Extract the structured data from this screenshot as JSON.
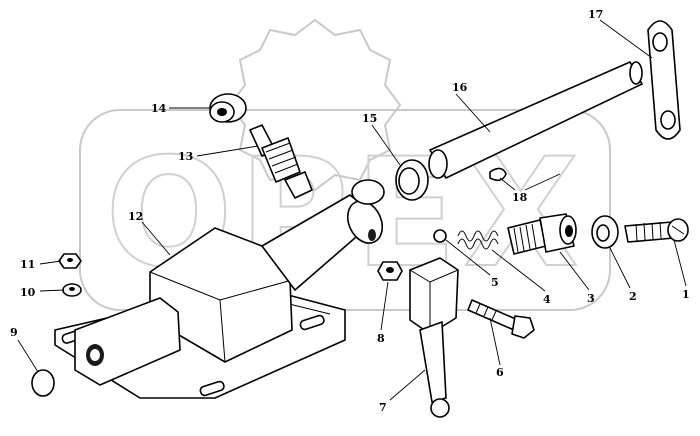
{
  "callouts": [
    {
      "id": "1",
      "text": "1"
    },
    {
      "id": "2",
      "text": "2"
    },
    {
      "id": "3",
      "text": "3"
    },
    {
      "id": "4",
      "text": "4"
    },
    {
      "id": "5",
      "text": "5"
    },
    {
      "id": "6",
      "text": "6"
    },
    {
      "id": "7",
      "text": "7"
    },
    {
      "id": "8",
      "text": "8"
    },
    {
      "id": "9",
      "text": "9"
    },
    {
      "id": "10",
      "text": "10"
    },
    {
      "id": "11",
      "text": "11"
    },
    {
      "id": "12",
      "text": "12"
    },
    {
      "id": "13",
      "text": "13"
    },
    {
      "id": "14",
      "text": "14"
    },
    {
      "id": "15",
      "text": "15"
    },
    {
      "id": "16",
      "text": "16"
    },
    {
      "id": "17",
      "text": "17"
    },
    {
      "id": "18",
      "text": "18"
    }
  ],
  "watermark": {
    "text": "OPEX",
    "color": "#c9c9c9"
  },
  "colors": {
    "line": "#000000",
    "background": "#ffffff"
  }
}
